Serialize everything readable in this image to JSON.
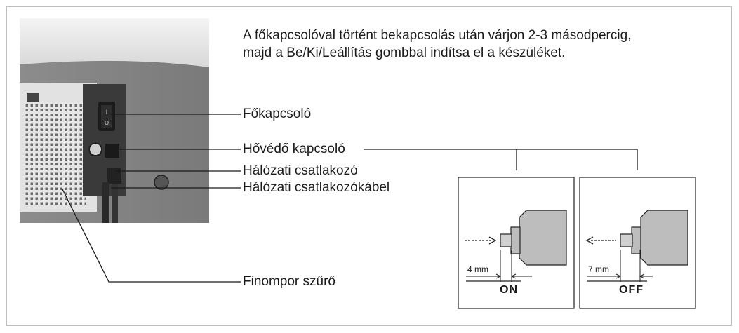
{
  "intro": {
    "line1": "A főkapcsolóval történt bekapcsolás után várjon 2-3 másodpercig,",
    "line2": "majd a Be/Ki/Leállítás gombbal indítsa el a készüléket."
  },
  "labels": {
    "main_switch": "Főkapcsoló",
    "thermal_switch": "Hővédő kapcsoló",
    "power_connector": "Hálózati csatlakozó",
    "power_cable": "Hálózati csatlakozókábel",
    "fine_dust_filter": "Finompor szűrő"
  },
  "panels": {
    "on": {
      "measure": "4 mm",
      "state": "ON"
    },
    "off": {
      "measure": "7 mm",
      "state": "OFF"
    }
  },
  "colors": {
    "frame": "#bdbdbd",
    "housing": "#9a9a9a",
    "switch_body": "#c8c8c8",
    "line": "#1a1a1a"
  }
}
